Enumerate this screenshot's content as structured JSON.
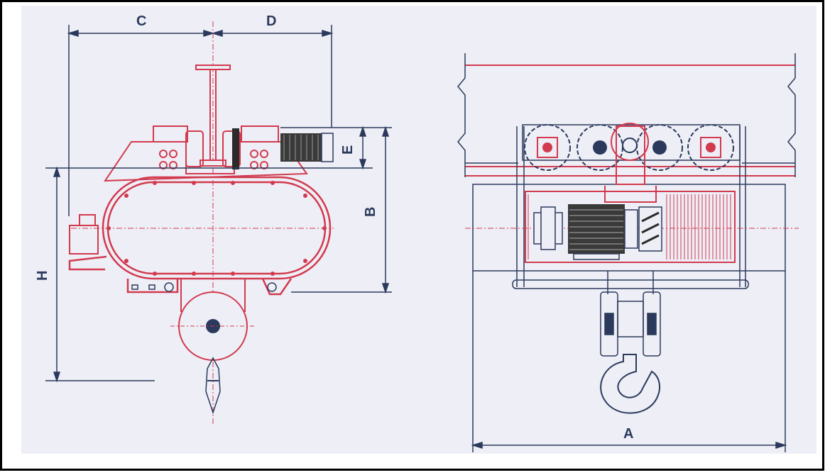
{
  "diagram": {
    "labels": {
      "C": "C",
      "D": "D",
      "E": "E",
      "B": "B",
      "H": "H",
      "A": "A"
    },
    "colors": {
      "structure": "#d23a4e",
      "dimension": "#2b3a5c",
      "motor": "#3a3a3a",
      "background": "#eeeef6",
      "frame": "#000000"
    },
    "views": [
      "side-view",
      "front-view"
    ]
  }
}
